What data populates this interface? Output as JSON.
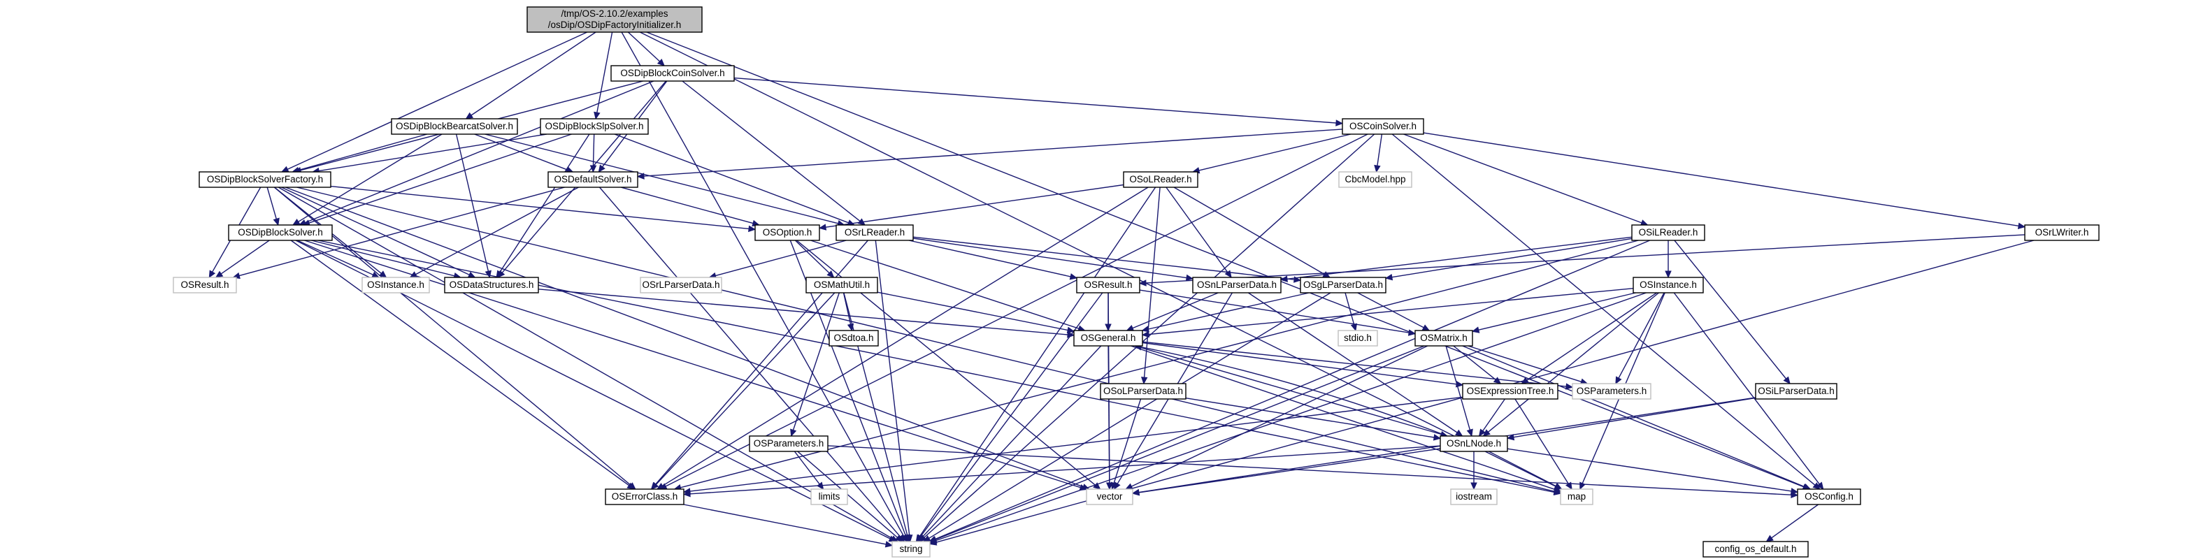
{
  "colors": {
    "edge": "#191970",
    "root_fill": "#bfbfbf",
    "node_border": "#000000",
    "external_border": "#bfbfbf",
    "background": "#ffffff"
  },
  "nodes": [
    {
      "id": "root",
      "kind": "root",
      "lines": [
        "/tmp/OS-2.10.2/examples",
        "/osDip/OSDipFactoryInitializer.h"
      ]
    },
    {
      "id": "coinsolver_dip",
      "kind": "doc",
      "lines": [
        "OSDipBlockCoinSolver.h"
      ]
    },
    {
      "id": "bearcat",
      "kind": "doc",
      "lines": [
        "OSDipBlockBearcatSolver.h"
      ]
    },
    {
      "id": "slpsolver",
      "kind": "doc",
      "lines": [
        "OSDipBlockSlpSolver.h"
      ]
    },
    {
      "id": "factory",
      "kind": "doc",
      "lines": [
        "OSDipBlockSolverFactory.h"
      ]
    },
    {
      "id": "oscoinsolver",
      "kind": "doc",
      "lines": [
        "OSCoinSolver.h"
      ]
    },
    {
      "id": "defaultsolver",
      "kind": "doc",
      "lines": [
        "OSDefaultSolver.h"
      ]
    },
    {
      "id": "cbcmodel",
      "kind": "ext",
      "lines": [
        "CbcModel.hpp"
      ]
    },
    {
      "id": "oslreader",
      "kind": "doc",
      "lines": [
        "OSoLReader.h"
      ]
    },
    {
      "id": "dipblocksolver",
      "kind": "doc",
      "lines": [
        "OSDipBlockSolver.h"
      ]
    },
    {
      "id": "osoption",
      "kind": "doc",
      "lines": [
        "OSOption.h"
      ]
    },
    {
      "id": "osrlreader",
      "kind": "doc",
      "lines": [
        "OSrLReader.h"
      ]
    },
    {
      "id": "osilreader",
      "kind": "doc",
      "lines": [
        "OSiLReader.h"
      ]
    },
    {
      "id": "osrlwriter",
      "kind": "doc",
      "lines": [
        "OSrLWriter.h"
      ]
    },
    {
      "id": "osresult",
      "kind": "ext",
      "lines": [
        "OSResult.h"
      ]
    },
    {
      "id": "osinstance_ext",
      "kind": "ext",
      "lines": [
        "OSInstance.h"
      ]
    },
    {
      "id": "osdatastructures",
      "kind": "doc",
      "lines": [
        "OSDataStructures.h"
      ]
    },
    {
      "id": "osrlparserdata",
      "kind": "ext",
      "lines": [
        "OSrLParserData.h"
      ]
    },
    {
      "id": "osmathutil",
      "kind": "doc",
      "lines": [
        "OSMathUtil.h"
      ]
    },
    {
      "id": "osresult_doc",
      "kind": "doc",
      "lines": [
        "OSResult.h"
      ]
    },
    {
      "id": "osnlparserdata",
      "kind": "doc",
      "lines": [
        "OSnLParserData.h"
      ]
    },
    {
      "id": "osglparserdata",
      "kind": "doc",
      "lines": [
        "OSgLParserData.h"
      ]
    },
    {
      "id": "osinstance",
      "kind": "doc",
      "lines": [
        "OSInstance.h"
      ]
    },
    {
      "id": "osdtoa",
      "kind": "doc",
      "lines": [
        "OSdtoa.h"
      ]
    },
    {
      "id": "osgeneral",
      "kind": "doc",
      "lines": [
        "OSGeneral.h"
      ]
    },
    {
      "id": "stdio",
      "kind": "ext",
      "lines": [
        "stdio.h"
      ]
    },
    {
      "id": "osmatrix",
      "kind": "doc",
      "lines": [
        "OSMatrix.h"
      ]
    },
    {
      "id": "osolparserdata",
      "kind": "doc",
      "lines": [
        "OSoLParserData.h"
      ]
    },
    {
      "id": "osexpressiontree",
      "kind": "doc",
      "lines": [
        "OSExpressionTree.h"
      ]
    },
    {
      "id": "osparameters_ext",
      "kind": "ext",
      "lines": [
        "OSParameters.h"
      ]
    },
    {
      "id": "osilparserdata",
      "kind": "doc",
      "lines": [
        "OSiLParserData.h"
      ]
    },
    {
      "id": "osparameters",
      "kind": "doc",
      "lines": [
        "OSParameters.h"
      ]
    },
    {
      "id": "osnlnode",
      "kind": "doc",
      "lines": [
        "OSnLNode.h"
      ]
    },
    {
      "id": "limits",
      "kind": "ext",
      "lines": [
        "limits"
      ]
    },
    {
      "id": "oserrorclass",
      "kind": "doc",
      "lines": [
        "OSErrorClass.h"
      ]
    },
    {
      "id": "vector",
      "kind": "ext",
      "lines": [
        "vector"
      ]
    },
    {
      "id": "iostream",
      "kind": "ext",
      "lines": [
        "iostream"
      ]
    },
    {
      "id": "map",
      "kind": "ext",
      "lines": [
        "map"
      ]
    },
    {
      "id": "osconfig",
      "kind": "doc",
      "lines": [
        "OSConfig.h"
      ]
    },
    {
      "id": "string",
      "kind": "ext",
      "lines": [
        "string"
      ]
    },
    {
      "id": "config_default",
      "kind": "doc",
      "lines": [
        "config_os_default.h"
      ]
    }
  ],
  "edges": [
    [
      "root",
      "coinsolver_dip"
    ],
    [
      "root",
      "bearcat"
    ],
    [
      "root",
      "slpsolver"
    ],
    [
      "root",
      "factory"
    ],
    [
      "root",
      "map"
    ],
    [
      "root",
      "osconfig"
    ],
    [
      "root",
      "string"
    ],
    [
      "coinsolver_dip",
      "factory"
    ],
    [
      "coinsolver_dip",
      "dipblocksolver"
    ],
    [
      "coinsolver_dip",
      "oscoinsolver"
    ],
    [
      "coinsolver_dip",
      "defaultsolver"
    ],
    [
      "coinsolver_dip",
      "osrlreader"
    ],
    [
      "coinsolver_dip",
      "osdatastructures"
    ],
    [
      "bearcat",
      "factory"
    ],
    [
      "bearcat",
      "dipblocksolver"
    ],
    [
      "bearcat",
      "defaultsolver"
    ],
    [
      "bearcat",
      "osrlreader"
    ],
    [
      "bearcat",
      "osdatastructures"
    ],
    [
      "slpsolver",
      "factory"
    ],
    [
      "slpsolver",
      "dipblocksolver"
    ],
    [
      "slpsolver",
      "defaultsolver"
    ],
    [
      "slpsolver",
      "osrlreader"
    ],
    [
      "slpsolver",
      "osdatastructures"
    ],
    [
      "factory",
      "dipblocksolver"
    ],
    [
      "factory",
      "osoption"
    ],
    [
      "factory",
      "osresult"
    ],
    [
      "factory",
      "osinstance_ext"
    ],
    [
      "factory",
      "osdatastructures"
    ],
    [
      "factory",
      "oserrorclass"
    ],
    [
      "factory",
      "vector"
    ],
    [
      "factory",
      "map"
    ],
    [
      "factory",
      "string"
    ],
    [
      "oscoinsolver",
      "defaultsolver"
    ],
    [
      "oscoinsolver",
      "cbcmodel"
    ],
    [
      "oscoinsolver",
      "oslreader"
    ],
    [
      "oscoinsolver",
      "osilreader"
    ],
    [
      "oscoinsolver",
      "osrlwriter"
    ],
    [
      "oscoinsolver",
      "oserrorclass"
    ],
    [
      "oscoinsolver",
      "osconfig"
    ],
    [
      "oscoinsolver",
      "string"
    ],
    [
      "defaultsolver",
      "osoption"
    ],
    [
      "defaultsolver",
      "osresult"
    ],
    [
      "defaultsolver",
      "osinstance_ext"
    ],
    [
      "defaultsolver",
      "string"
    ],
    [
      "oslreader",
      "osoption"
    ],
    [
      "oslreader",
      "osolparserdata"
    ],
    [
      "oslreader",
      "osnlparserdata"
    ],
    [
      "oslreader",
      "osglparserdata"
    ],
    [
      "oslreader",
      "oserrorclass"
    ],
    [
      "oslreader",
      "string"
    ],
    [
      "dipblocksolver",
      "osresult"
    ],
    [
      "dipblocksolver",
      "osinstance_ext"
    ],
    [
      "dipblocksolver",
      "osdatastructures"
    ],
    [
      "dipblocksolver",
      "oserrorclass"
    ],
    [
      "dipblocksolver",
      "vector"
    ],
    [
      "dipblocksolver",
      "map"
    ],
    [
      "dipblocksolver",
      "string"
    ],
    [
      "osoption",
      "osmathutil"
    ],
    [
      "osoption",
      "osgeneral"
    ],
    [
      "osoption",
      "vector"
    ],
    [
      "osoption",
      "string"
    ],
    [
      "osrlreader",
      "osresult_doc"
    ],
    [
      "osrlreader",
      "osrlparserdata"
    ],
    [
      "osrlreader",
      "osnlparserdata"
    ],
    [
      "osrlreader",
      "osglparserdata"
    ],
    [
      "osrlreader",
      "oserrorclass"
    ],
    [
      "osrlreader",
      "string"
    ],
    [
      "osilreader",
      "osinstance"
    ],
    [
      "osilreader",
      "osilparserdata"
    ],
    [
      "osilreader",
      "osnlparserdata"
    ],
    [
      "osilreader",
      "osglparserdata"
    ],
    [
      "osilreader",
      "oserrorclass"
    ],
    [
      "osilreader",
      "string"
    ],
    [
      "osrlwriter",
      "osresult_doc"
    ],
    [
      "osrlwriter",
      "string"
    ],
    [
      "osdatastructures",
      "osgeneral"
    ],
    [
      "osmathutil",
      "osdtoa"
    ],
    [
      "osmathutil",
      "osgeneral"
    ],
    [
      "osmathutil",
      "osparameters"
    ],
    [
      "osmathutil",
      "oserrorclass"
    ],
    [
      "osmathutil",
      "string"
    ],
    [
      "osresult_doc",
      "osgeneral"
    ],
    [
      "osresult_doc",
      "osmatrix"
    ],
    [
      "osresult_doc",
      "vector"
    ],
    [
      "osresult_doc",
      "string"
    ],
    [
      "osnlparserdata",
      "osgeneral"
    ],
    [
      "osnlparserdata",
      "osnlnode"
    ],
    [
      "osnlparserdata",
      "vector"
    ],
    [
      "osglparserdata",
      "stdio"
    ],
    [
      "osglparserdata",
      "osgeneral"
    ],
    [
      "osglparserdata",
      "osmatrix"
    ],
    [
      "osglparserdata",
      "string"
    ],
    [
      "osinstance",
      "osgeneral"
    ],
    [
      "osinstance",
      "osmatrix"
    ],
    [
      "osinstance",
      "osexpressiontree"
    ],
    [
      "osinstance",
      "osparameters_ext"
    ],
    [
      "osinstance",
      "osnlnode"
    ],
    [
      "osinstance",
      "map"
    ],
    [
      "osinstance",
      "osconfig"
    ],
    [
      "osinstance",
      "string"
    ],
    [
      "osgeneral",
      "osexpressiontree"
    ],
    [
      "osgeneral",
      "osparameters_ext"
    ],
    [
      "osgeneral",
      "osnlnode"
    ],
    [
      "osgeneral",
      "vector"
    ],
    [
      "osgeneral",
      "map"
    ],
    [
      "osgeneral",
      "string"
    ],
    [
      "osmatrix",
      "osexpressiontree"
    ],
    [
      "osmatrix",
      "osparameters_ext"
    ],
    [
      "osmatrix",
      "osnlnode"
    ],
    [
      "osmatrix",
      "vector"
    ],
    [
      "osmatrix",
      "osconfig"
    ],
    [
      "osmatrix",
      "string"
    ],
    [
      "osolparserdata",
      "osnlnode"
    ],
    [
      "osolparserdata",
      "vector"
    ],
    [
      "osexpressiontree",
      "osnlnode"
    ],
    [
      "osexpressiontree",
      "oserrorclass"
    ],
    [
      "osexpressiontree",
      "map"
    ],
    [
      "osilparserdata",
      "osnlnode"
    ],
    [
      "osilparserdata",
      "vector"
    ],
    [
      "osparameters",
      "limits"
    ],
    [
      "osparameters",
      "osconfig"
    ],
    [
      "osparameters",
      "string"
    ],
    [
      "osnlnode",
      "osgeneral"
    ],
    [
      "osnlnode",
      "oserrorclass"
    ],
    [
      "osnlnode",
      "vector"
    ],
    [
      "osnlnode",
      "iostream"
    ],
    [
      "osnlnode",
      "map"
    ],
    [
      "osnlnode",
      "osconfig"
    ],
    [
      "oserrorclass",
      "string"
    ],
    [
      "osconfig",
      "config_default"
    ]
  ]
}
